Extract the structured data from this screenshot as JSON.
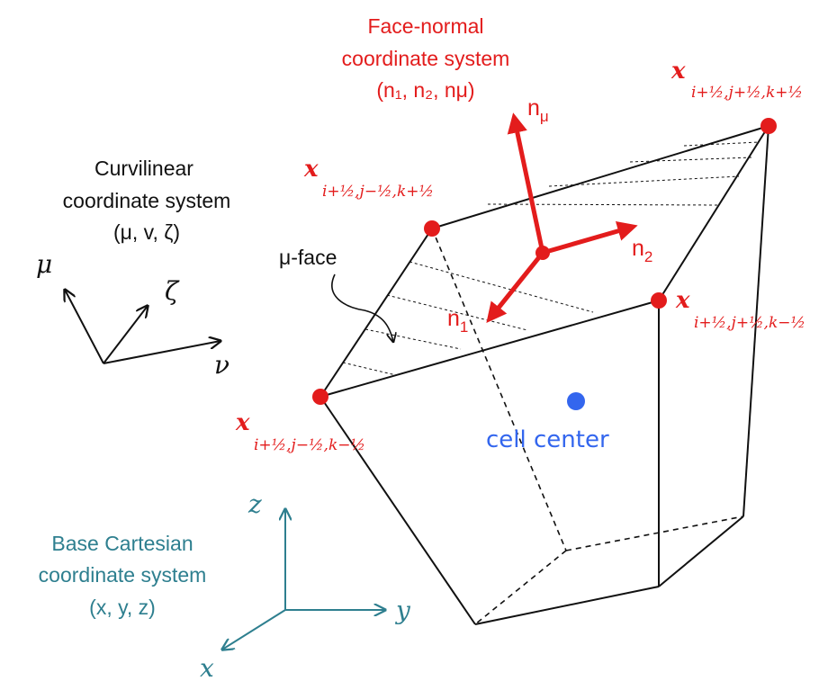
{
  "labels": {
    "face_normal_title_1": "Face-normal",
    "face_normal_title_2": "coordinate system",
    "face_normal_vars": "(n₁, n₂, nμ)",
    "curvilinear_title_1": "Curvilinear",
    "curvilinear_title_2": "coordinate system",
    "curvilinear_vars": "(μ, v, ζ)",
    "base_title_1": "Base Cartesian",
    "base_title_2": "coordinate system",
    "base_vars": "(x, y, z)",
    "mu_face": "μ-face",
    "cell_center": "cell center"
  },
  "axes": {
    "curvilinear": {
      "a": "μ",
      "b": "ζ",
      "c": "ν"
    },
    "cartesian": {
      "z": "z",
      "y": "y",
      "x": "x"
    },
    "normals": {
      "n_mu": "n",
      "n_mu_sub": "μ",
      "n1": "n",
      "n1_sub": "1",
      "n2": "n",
      "n2_sub": "2"
    }
  },
  "vertices": {
    "top_right": {
      "x": "x",
      "sub": "i+½,j+½,k+½"
    },
    "top_left": {
      "x": "x",
      "sub": "i+½,j−½,k+½"
    },
    "mid_right": {
      "x": "x",
      "sub": "i+½,j+½,k−½"
    },
    "bottom_left": {
      "x": "x",
      "sub": "i+½,j−½,k−½"
    }
  },
  "colors": {
    "red": "#e31c1c",
    "blue": "#3366ee",
    "teal": "#2e7f8f",
    "black": "#111111"
  }
}
